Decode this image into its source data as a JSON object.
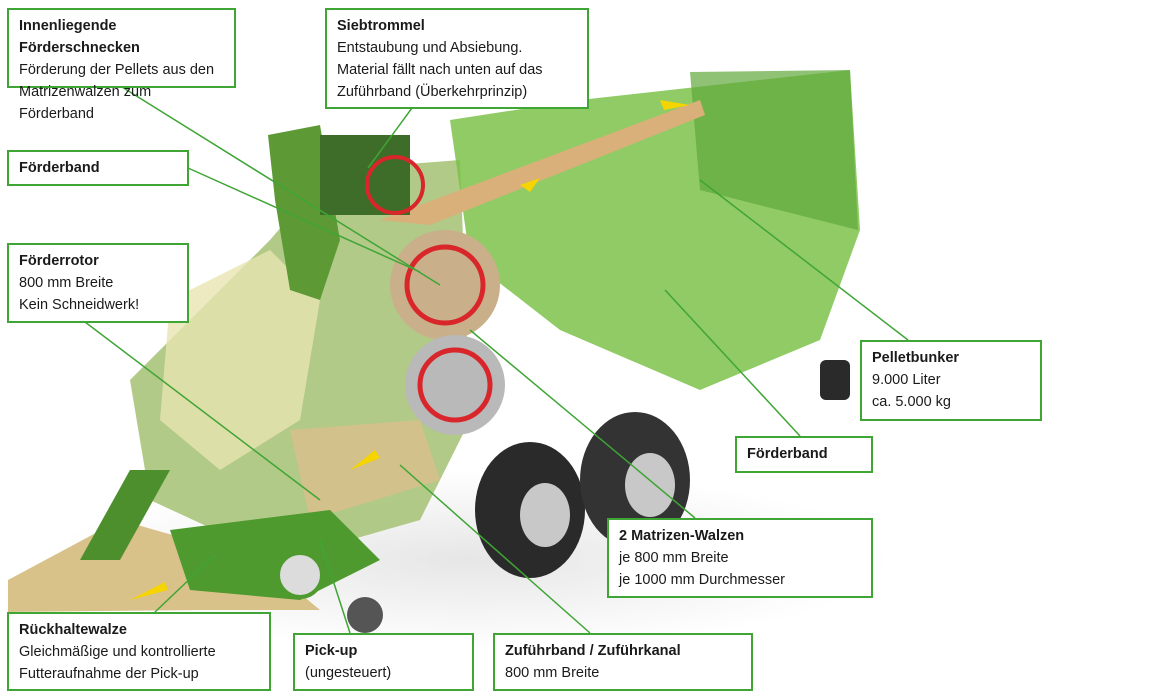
{
  "colors": {
    "accent": "#3fa535",
    "machine_green": "#5fa83a",
    "arrow": "#f5d400",
    "rotation": "#d8262b"
  },
  "callouts": {
    "inner_augers": {
      "title": "Innenliegende Förderschnecken",
      "lines": [
        "Förderung der Pellets aus den",
        "Matrizenwalzen zum Förderband"
      ]
    },
    "screen_drum": {
      "title": "Siebtrommel",
      "lines": [
        "Entstaubung und Absiebung.",
        "Material fällt nach unten auf das",
        "Zuführband (Überkehrprinzip)"
      ]
    },
    "conveyor_left": {
      "title": "Förderband"
    },
    "rotor": {
      "title": "Förderrotor",
      "lines": [
        "800 mm Breite",
        "Kein Schneidwerk!"
      ]
    },
    "bunker": {
      "title": "Pelletbunker",
      "lines": [
        "9.000 Liter",
        "ca. 5.000 kg"
      ]
    },
    "conveyor_right": {
      "title": "Förderband"
    },
    "die_rollers": {
      "title": "2 Matrizen-Walzen",
      "lines": [
        "je 800 mm Breite",
        "je 1000 mm Durchmesser"
      ]
    },
    "retainer": {
      "title": "Rückhaltewalze",
      "lines": [
        "Gleichmäßige und kontrollierte",
        "Futteraufnahme der Pick-up"
      ]
    },
    "pickup": {
      "title": "Pick-up",
      "lines": [
        "(ungesteuert)"
      ]
    },
    "feed": {
      "title": "Zuführband / Zuführkanal",
      "lines": [
        "800 mm Breite"
      ]
    }
  }
}
